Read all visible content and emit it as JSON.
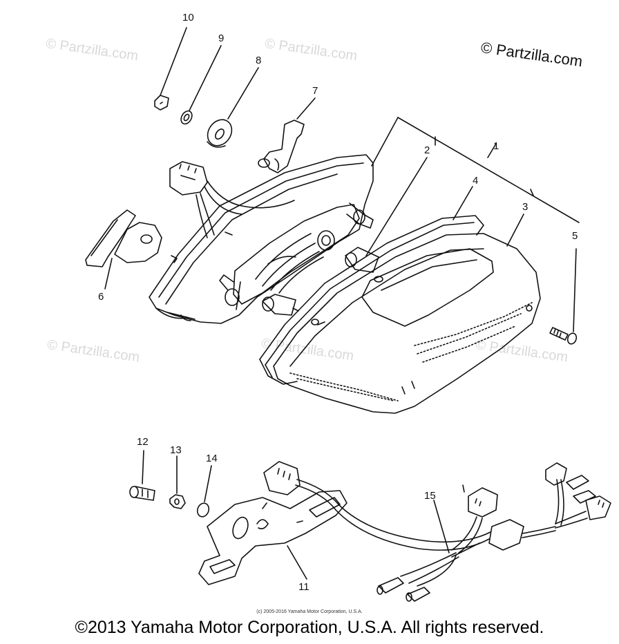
{
  "watermark": {
    "text": "© Partzilla.com",
    "brand": "© Partzilla.com"
  },
  "callouts": [
    "1",
    "2",
    "3",
    "4",
    "5",
    "6",
    "7",
    "8",
    "9",
    "10",
    "11",
    "12",
    "13",
    "14",
    "15"
  ],
  "copyright_small": "(c) 2005-2016 Yamaha Motor Corporation, U.S.A.",
  "footer": "©2013 Yamaha Motor Corporation, U.S.A. All rights reserved."
}
